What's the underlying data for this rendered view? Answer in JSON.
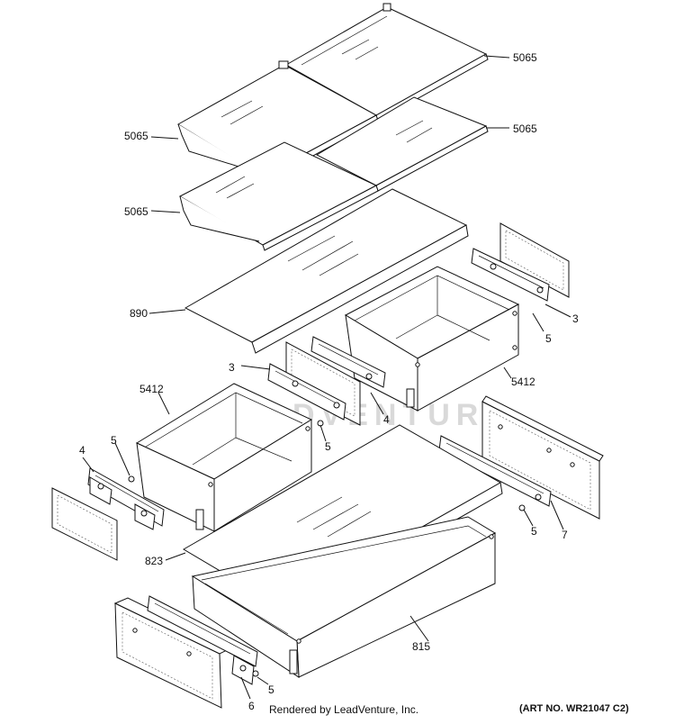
{
  "diagram": {
    "callouts": [
      {
        "id": "c1",
        "text": "5065"
      },
      {
        "id": "c2",
        "text": "5065"
      },
      {
        "id": "c3",
        "text": "5065"
      },
      {
        "id": "c4",
        "text": "5065"
      },
      {
        "id": "c5",
        "text": "890"
      },
      {
        "id": "c6",
        "text": "3"
      },
      {
        "id": "c7",
        "text": "5"
      },
      {
        "id": "c8",
        "text": "5412"
      },
      {
        "id": "c9",
        "text": "3"
      },
      {
        "id": "c10",
        "text": "4"
      },
      {
        "id": "c11",
        "text": "5"
      },
      {
        "id": "c12",
        "text": "5412"
      },
      {
        "id": "c13",
        "text": "4"
      },
      {
        "id": "c14",
        "text": "5"
      },
      {
        "id": "c15",
        "text": "5"
      },
      {
        "id": "c16",
        "text": "7"
      },
      {
        "id": "c17",
        "text": "823"
      },
      {
        "id": "c18",
        "text": "815"
      },
      {
        "id": "c19",
        "text": "6"
      },
      {
        "id": "c20",
        "text": "5"
      }
    ],
    "watermark": "LEADVENTURE",
    "footer_left": "Rendered by LeadVenture, Inc.",
    "footer_right": "(ART NO. WR21047 C2)"
  }
}
